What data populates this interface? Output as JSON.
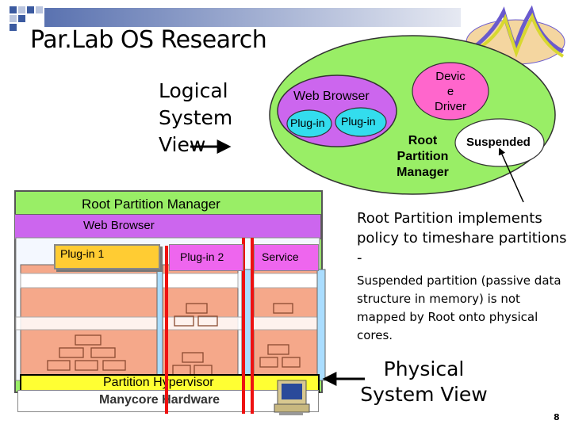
{
  "title": "Par.Lab OS Research",
  "logical_view": [
    "Logical",
    "System",
    "View"
  ],
  "physical_view": [
    "Physical",
    "System View"
  ],
  "ellipse": {
    "web_browser": "Web Browser",
    "plugin_a": "Plug-in",
    "plugin_b": "Plug-in",
    "device_driver": [
      "Devic",
      "e",
      "Driver"
    ],
    "root_manager": [
      "Root",
      "Partition",
      "Manager"
    ],
    "suspended": "Suspended"
  },
  "stack": {
    "root_partition_manager": "Root Partition Manager",
    "web_browser": "Web Browser",
    "plugin_1": "Plug-in 1",
    "plugin_2": "Plug-in 2",
    "service": "Service",
    "hypervisor": "Partition Hypervisor",
    "hardware": "Manycore Hardware"
  },
  "description": {
    "implements": "Root Partition implements policy to timeshare partitions -",
    "suspended": "Suspended partition (passive data structure in memory) is not mapped by Root onto physical cores."
  },
  "page_number": "8",
  "colors": {
    "big_ellipse": "#99ee66",
    "web_browser_ellipse": "#cc66ee",
    "plugin_ellipse": "#33ddee",
    "driver_ellipse": "#ff66cc",
    "partition_red": "#ee1111",
    "hypervisor": "#ffff33",
    "plugin1": "#ffcc33"
  }
}
